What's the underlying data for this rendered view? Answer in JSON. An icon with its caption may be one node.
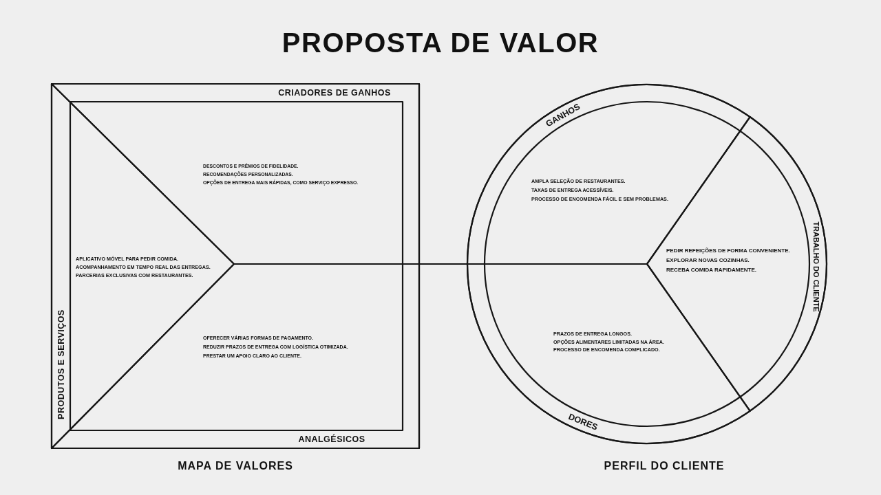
{
  "diagram": {
    "title": "PROPOSTA DE VALOR",
    "nodes": [
      {
        "text": [
          "MAPA DE VALORES"
        ]
      },
      {
        "text": [
          "CRIADORES DE GANHOS",
          "DESCONTOS E PRÊMIOS DE FIDELIDADE.",
          "RECOMENDAÇÕES PERSONALIZADAS.",
          "OPÇÕES DE ENTREGA MAIS RÁPIDAS, COMO SERVIÇO EXPRESSO."
        ],
        "in": 0
      },
      {
        "text": [
          "PRODUTOS E SERVIÇOS",
          "APLICATIVO MÓVEL PARA PEDIR COMIDA.",
          "ACOMPANHAMENTO EM TEMPO REAL DAS ENTREGAS.",
          "PARCERIAS EXCLUSIVAS COM RESTAURANTES."
        ],
        "in": 0
      },
      {
        "text": [
          "ANALGÉSICOS",
          "OFERECER VÁRIAS FORMAS DE PAGAMENTO.",
          "REDUZIR PRAZOS DE ENTREGA COM LOGÍSTICA OTIMIZADA.",
          "PRESTAR UM APOIO CLARO AO CLIENTE."
        ],
        "in": 0
      },
      {
        "text": [
          "PERFIL DO CLIENTE"
        ]
      },
      {
        "text": [
          "GANHOS",
          "AMPLA SELEÇÃO DE RESTAURANTES.",
          "TAXAS DE ENTREGA ACESSÍVEIS.",
          "PROCESSO DE ENCOMENDA FÁCIL E SEM PROBLEMAS."
        ],
        "in": 4
      },
      {
        "text": [
          "TRABALHO DO CLIENTE",
          "PEDIR REFEIÇÕES DE FORMA CONVENIENTE.",
          "EXPLORAR NOVAS COZINHAS.",
          "RECEBA COMIDA RAPIDAMENTE."
        ],
        "in": 4
      },
      {
        "text": [
          "DORES",
          "PRAZOS DE ENTREGA LONGOS.",
          "OPÇÕES ALIMENTARES LIMITADAS NA ÁREA.",
          "PROCESSO DE ENCOMENDA COMPLICADO."
        ],
        "in": 4
      }
    ],
    "edges": [
      {
        "from": 0,
        "to": 4,
        "arrow": "none"
      }
    ]
  }
}
